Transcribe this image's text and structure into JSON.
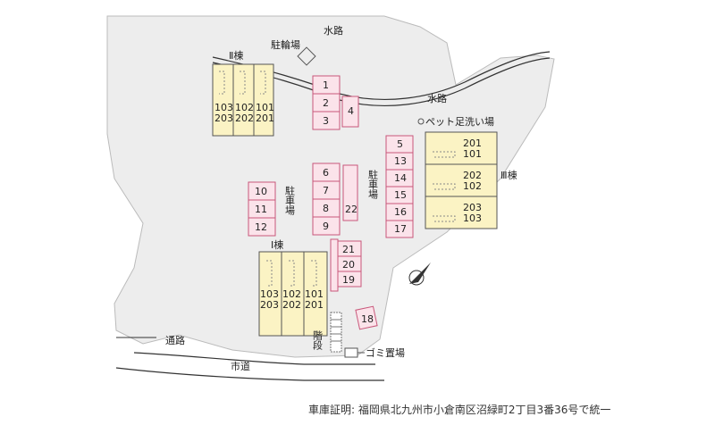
{
  "labels": {
    "waterway_top": "水路",
    "waterway_right": "水路",
    "bicycle_parking": "駐輪場",
    "pet_footwash": "ペット足洗い場",
    "parking_center": "駐車場",
    "parking_left": "駐車場",
    "passage": "通路",
    "city_road": "市道",
    "stairs": "階段",
    "garbage": "ゴミ置場"
  },
  "buildings": {
    "b2": {
      "name": "Ⅱ棟",
      "rooms": [
        {
          "top": "103",
          "bottom": "203"
        },
        {
          "top": "102",
          "bottom": "202"
        },
        {
          "top": "101",
          "bottom": "201"
        }
      ]
    },
    "b1": {
      "name": "Ⅰ棟",
      "rooms": [
        {
          "top": "103",
          "bottom": "203"
        },
        {
          "top": "102",
          "bottom": "202"
        },
        {
          "top": "101",
          "bottom": "201"
        }
      ]
    },
    "b3": {
      "name": "Ⅲ棟",
      "rooms": [
        {
          "top": "201",
          "bottom": "101"
        },
        {
          "top": "202",
          "bottom": "102"
        },
        {
          "top": "203",
          "bottom": "103"
        }
      ]
    }
  },
  "parking": {
    "group_a": [
      "1",
      "2",
      "3"
    ],
    "space_4": "4",
    "group_b": [
      "6",
      "7",
      "8",
      "9"
    ],
    "space_22": "22",
    "group_c": [
      "10",
      "11",
      "12"
    ],
    "group_d": [
      "5",
      "13",
      "14",
      "15",
      "16",
      "17"
    ],
    "group_e": [
      "21",
      "20",
      "19"
    ],
    "space_18": "18"
  },
  "caption": "車庫証明: 福岡県北九州市小倉南区沼緑町2丁目3番36号で統一"
}
